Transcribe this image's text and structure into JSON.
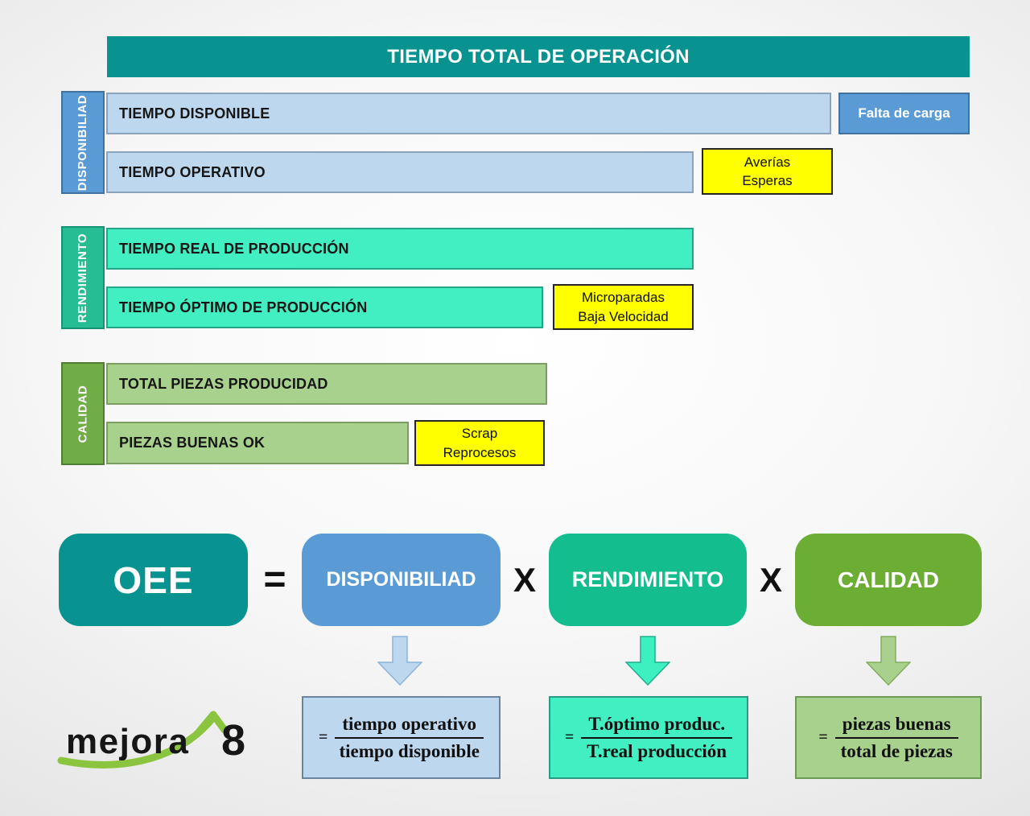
{
  "title_bar": {
    "label": "TIEMPO TOTAL DE OPERACIÓN"
  },
  "groups": [
    {
      "label": "DISPONIBILIAD",
      "bar1": "TIEMPO DISPONIBLE",
      "bar2": "TIEMPO OPERATIVO",
      "loss1": {
        "line1": "Falta de carga"
      },
      "loss2": {
        "line1": "Averías",
        "line2": "Esperas"
      }
    },
    {
      "label": "RENDIMIENTO",
      "bar1": "TIEMPO REAL DE PRODUCCIÓN",
      "bar2": "TIEMPO ÓPTIMO DE PRODUCCIÓN",
      "loss2": {
        "line1": "Microparadas",
        "line2": "Baja Velocidad"
      }
    },
    {
      "label": "CALIDAD",
      "bar1": "TOTAL PIEZAS PRODUCIDAD",
      "bar2": "PIEZAS BUENAS OK",
      "loss2": {
        "line1": "Scrap",
        "line2": "Reprocesos"
      }
    }
  ],
  "formula": {
    "result": "OEE",
    "equals_sign": "=",
    "multiply_sign": "X",
    "factor1": "DISPONIBILIAD",
    "factor2": "RENDIMIENTO",
    "factor3": "CALIDAD"
  },
  "fractions": [
    {
      "equals": "=",
      "numerator": "tiempo operativo",
      "denominator": "tiempo disponible"
    },
    {
      "equals": "=",
      "numerator": "T.óptimo produc.",
      "denominator": "T.real producción"
    },
    {
      "equals": "=",
      "numerator": "piezas buenas",
      "denominator": "total de piezas"
    }
  ],
  "logo": {
    "word": "mejora",
    "number": "8"
  },
  "colors": {
    "teal": "#089390",
    "blue": "#5b9bd5",
    "light_blue": "#bdd7ee",
    "mint_strip": "#27bd92",
    "mint_bar": "#41efc2",
    "mint_formula": "#14bd8e",
    "olive_strip": "#70ad47",
    "olive_formula": "#6cad34",
    "light_green": "#a9d18e",
    "yellow": "#ffff00",
    "logo_green": "#8bc53f"
  }
}
